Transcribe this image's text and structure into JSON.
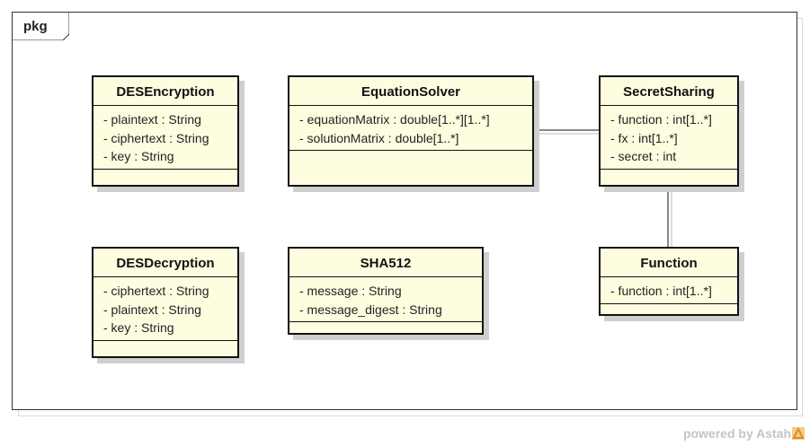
{
  "package": {
    "label": "pkg"
  },
  "classes": [
    {
      "name": "DESEncryption",
      "attributes": [
        "- plaintext : String",
        "- ciphertext : String",
        "- key : String"
      ]
    },
    {
      "name": "EquationSolver",
      "attributes": [
        "- equationMatrix : double[1..*][1..*]",
        "- solutionMatrix : double[1..*]"
      ]
    },
    {
      "name": "SecretSharing",
      "attributes": [
        "- function : int[1..*]",
        "- fx : int[1..*]",
        "- secret : int"
      ]
    },
    {
      "name": "DESDecryption",
      "attributes": [
        "- ciphertext : String",
        "- plaintext : String",
        "- key : String"
      ]
    },
    {
      "name": "SHA512",
      "attributes": [
        "- message : String",
        "- message_digest : String"
      ]
    },
    {
      "name": "Function",
      "attributes": [
        "- function : int[1..*]"
      ]
    }
  ],
  "associations": [
    {
      "from": "EquationSolver",
      "to": "SecretSharing"
    },
    {
      "from": "SecretSharing",
      "to": "Function"
    }
  ],
  "watermark": "powered by Astah",
  "colors": {
    "class_fill": "#fffde0",
    "border": "#111111",
    "shadow": "#cfcfcf",
    "watermark": "#c4c4c4",
    "logo": "#f0a64a"
  }
}
